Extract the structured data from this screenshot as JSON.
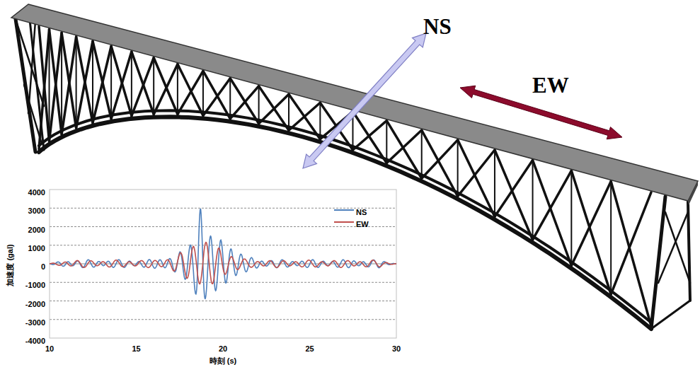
{
  "diagram": {
    "labels": [
      "NS",
      "EW",
      "4000",
      "3000",
      "2000",
      "1000",
      "0",
      "-1000",
      "-2000",
      "-3000",
      "-4000",
      "10",
      "15",
      "20",
      "25",
      "30",
      "加速度 (gal)",
      "時刻 (s)"
    ],
    "legend": [
      {
        "text": "NS"
      },
      {
        "text": "EW"
      }
    ]
  }
}
